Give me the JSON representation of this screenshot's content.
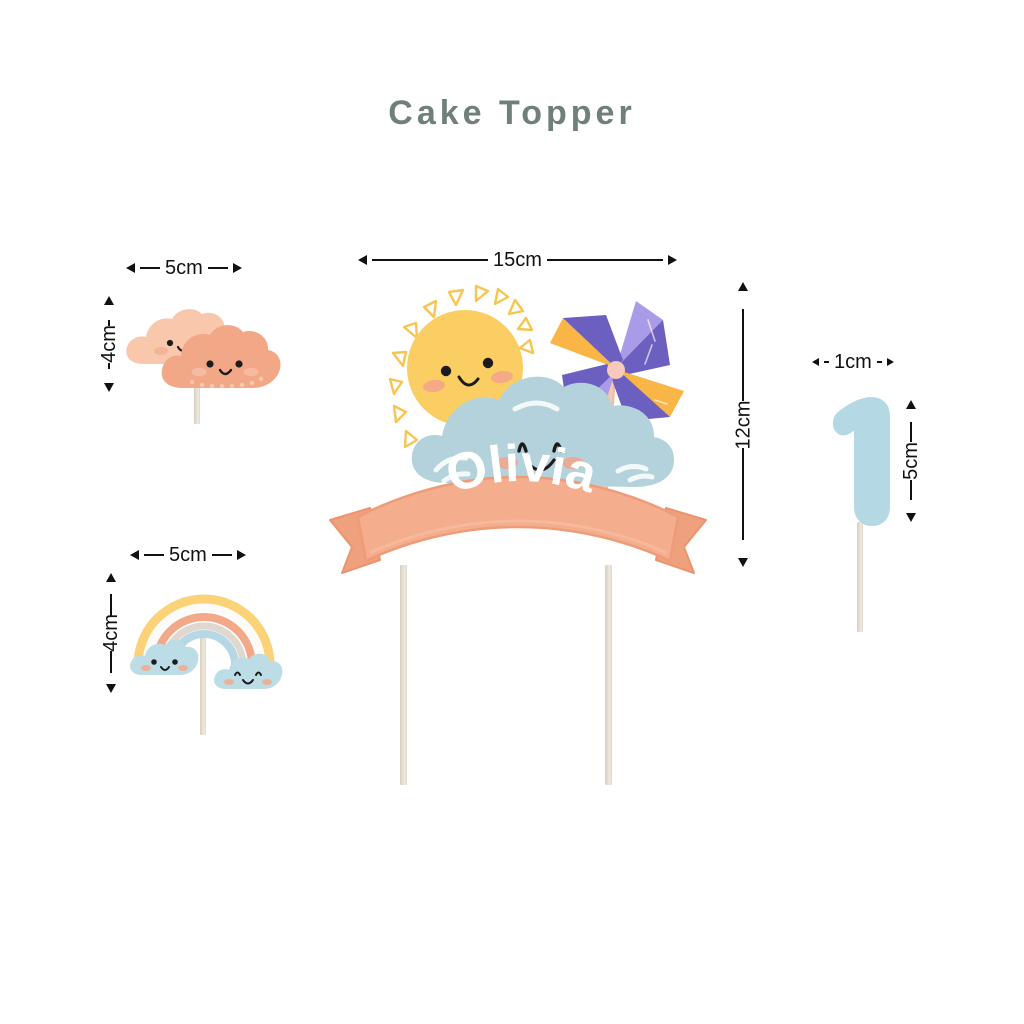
{
  "header": {
    "title": "Cake Topper"
  },
  "colors": {
    "title": "#6f807c",
    "background": "#ffffff",
    "dimension_text": "#111111",
    "sun_yellow": "#fbce63",
    "sun_ray_outline": "#f8c44e",
    "cloud_blue": "#b4d2dc",
    "cloud_blue_light": "#c9e0e7",
    "banner_peach": "#f4ae8d",
    "banner_peach_dark": "#efa07c",
    "banner_text": "#ffffff",
    "pinwheel_orange": "#f9b545",
    "pinwheel_purple_dark": "#6b5fc0",
    "pinwheel_purple_light": "#a99be8",
    "pinwheel_hub": "#f6c9bc",
    "number_blue": "#b4d8e4",
    "peach_cloud_light": "#f8c7ac",
    "peach_cloud_dark": "#f2a787",
    "stick_wood": "#e3dacb",
    "rainbow_yellow": "#fbd277",
    "rainbow_white": "#fdfbf7",
    "rainbow_salmon": "#f2a98a",
    "rainbow_gray": "#dcd3cc",
    "rainbow_blue": "#b6d7e3",
    "blush": "#f5b2a0"
  },
  "items": [
    {
      "id": "cloud-pair-topper",
      "name": "Cloud pair cake topper",
      "width_label": "5cm",
      "height_label": "4cm"
    },
    {
      "id": "rainbow-topper",
      "name": "Rainbow with clouds cake topper",
      "width_label": "5cm",
      "height_label": "4cm"
    },
    {
      "id": "main-banner-topper",
      "name": "Sun cloud pinwheel name banner cake topper",
      "width_label": "15cm",
      "height_label": "12cm",
      "banner_name": "Olivia"
    },
    {
      "id": "number-one-topper",
      "name": "Number one cake topper",
      "width_label": "1cm",
      "height_label": "5cm",
      "numeral": "1"
    }
  ]
}
